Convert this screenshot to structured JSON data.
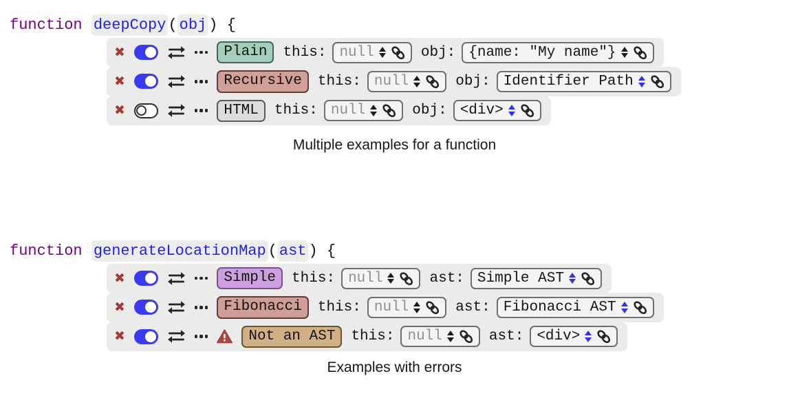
{
  "colors": {
    "keyword": "#770088",
    "identifier_blue": "#2222ee",
    "row_background": "#ebebeb",
    "delete_red": "#a63a32",
    "toggle_on_blue": "#3a3af0",
    "stepper_black": "#1d1d1d",
    "stepper_blue": "#3232e8",
    "warning_red": "#ab4742",
    "muted_value": "#909090"
  },
  "icons": {
    "delete": "✖",
    "swap": "swap-arrows",
    "more": "ellipsis-dots",
    "link": "chain-link",
    "stepper": "up-down-arrows",
    "warning": "warning-triangle",
    "toggle": "on-off-switch"
  },
  "blocks": [
    {
      "keyword": "function",
      "name": "deepCopy",
      "open_paren": "(",
      "param": "obj",
      "close_paren": ") {",
      "caption": "Multiple examples for a function",
      "rows": [
        {
          "badge": "Plain",
          "badge_bg": "#a5cdbc",
          "badge_border": "#40685a",
          "enabled": true,
          "warning": false,
          "fields": [
            {
              "label": "this:",
              "value": "null",
              "muted": true,
              "stepper_color": "#1d1d1d"
            },
            {
              "label": "obj:",
              "value": "{name: \"My name\"}",
              "muted": false,
              "stepper_color": "#1d1d1d"
            }
          ]
        },
        {
          "badge": "Recursive",
          "badge_bg": "#d2a099",
          "badge_border": "#5d4037",
          "enabled": true,
          "warning": false,
          "fields": [
            {
              "label": "this:",
              "value": "null",
              "muted": true,
              "stepper_color": "#1d1d1d"
            },
            {
              "label": "obj:",
              "value": "Identifier Path",
              "muted": false,
              "stepper_color": "#3232e8"
            }
          ]
        },
        {
          "badge": "HTML",
          "badge_bg": "#dcdcdc",
          "badge_border": "#5a5a5a",
          "enabled": false,
          "warning": false,
          "fields": [
            {
              "label": "this:",
              "value": "null",
              "muted": true,
              "stepper_color": "#1d1d1d"
            },
            {
              "label": "obj:",
              "value": "<div>",
              "muted": false,
              "stepper_color": "#3232e8"
            }
          ]
        }
      ]
    },
    {
      "keyword": "function",
      "name": "generateLocationMap",
      "open_paren": "(",
      "param": "ast",
      "close_paren": ") {",
      "caption": "Examples with errors",
      "rows": [
        {
          "badge": "Simple",
          "badge_bg": "#cc9fdd",
          "badge_border": "#7b4f92",
          "enabled": true,
          "warning": false,
          "fields": [
            {
              "label": "this:",
              "value": "null",
              "muted": true,
              "stepper_color": "#1d1d1d"
            },
            {
              "label": "ast:",
              "value": "Simple AST",
              "muted": false,
              "stepper_color": "#3232e8"
            }
          ]
        },
        {
          "badge": "Fibonacci",
          "badge_bg": "#cf9e97",
          "badge_border": "#5d4037",
          "enabled": true,
          "warning": false,
          "fields": [
            {
              "label": "this:",
              "value": "null",
              "muted": true,
              "stepper_color": "#1d1d1d"
            },
            {
              "label": "ast:",
              "value": "Fibonacci AST",
              "muted": false,
              "stepper_color": "#3232e8"
            }
          ]
        },
        {
          "badge": "Not an AST",
          "badge_bg": "#d2b085",
          "badge_border": "#6a5530",
          "enabled": true,
          "warning": true,
          "fields": [
            {
              "label": "this:",
              "value": "null",
              "muted": true,
              "stepper_color": "#1d1d1d"
            },
            {
              "label": "ast:",
              "value": "<div>",
              "muted": false,
              "stepper_color": "#3232e8"
            }
          ]
        }
      ]
    }
  ]
}
